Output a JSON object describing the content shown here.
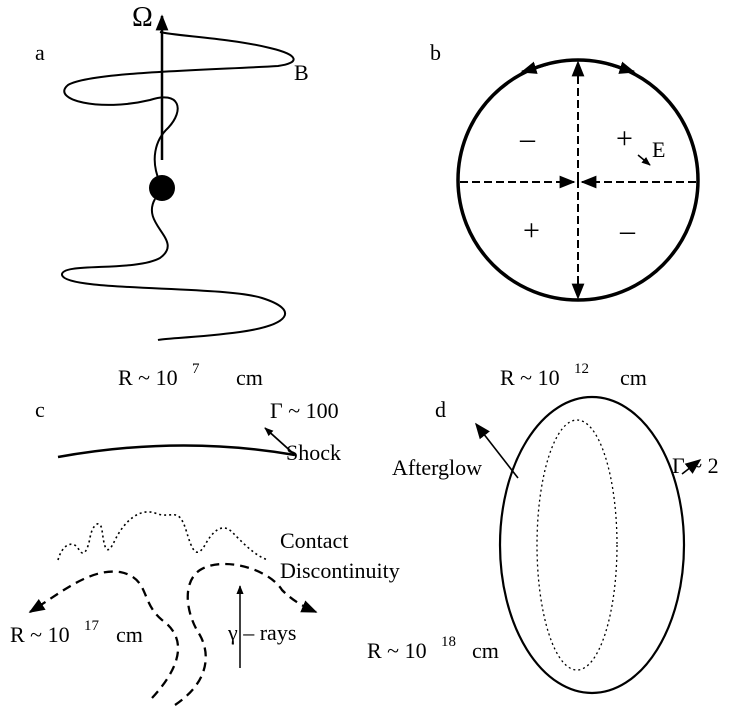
{
  "panels": {
    "a": {
      "label": "a",
      "axis_label": "Ω",
      "field_label": "B",
      "radius": {
        "prefix": "R ~ 10",
        "exponent": "7",
        "unit": "cm"
      }
    },
    "b": {
      "label": "b",
      "signs": [
        "–",
        "+",
        "+",
        "–"
      ],
      "field_label": "E",
      "radius": {
        "prefix": "R ~ 10",
        "exponent": "12",
        "unit": "cm"
      }
    },
    "c": {
      "label": "c",
      "lorentz_label": "Γ ~ 100",
      "shock_label": "Shock",
      "contact_label_1": "Contact",
      "contact_label_2": "Discontinuity",
      "gamma_label": "γ – rays",
      "radius": {
        "prefix": "R ~ 10",
        "exponent": "17",
        "unit": "cm"
      }
    },
    "d": {
      "label": "d",
      "afterglow_label": "Afterglow",
      "lorentz_label": "Γ ~ 2",
      "radius": {
        "prefix": "R ~ 10",
        "exponent": "18",
        "unit": "cm"
      }
    }
  },
  "colors": {
    "ink": "#000000",
    "background": "#ffffff"
  }
}
